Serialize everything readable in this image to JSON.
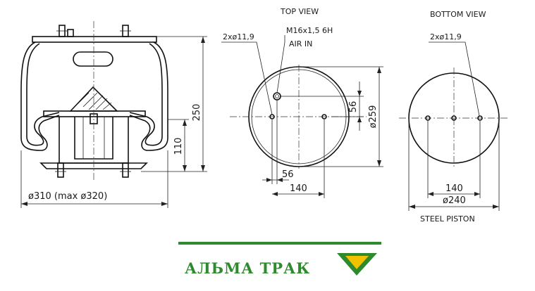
{
  "views": {
    "top_view_title": "TOP VIEW",
    "bottom_view_title": "BOTTOM VIEW"
  },
  "side_view": {
    "height_dim": "250",
    "piston_height_dim": "110",
    "diameter_dim": "ø310 (max ø320)"
  },
  "top_view": {
    "holes_label": "2xø11,9",
    "thread_label": "M16x1,5 6H",
    "air_in_label": "AIR IN",
    "offset_vertical_dim": "56",
    "diameter_dim": "ø259",
    "offset_horizontal_dim": "56",
    "spacing_dim": "140"
  },
  "bottom_view": {
    "holes_label": "2xø11,9",
    "spacing_dim": "140",
    "diameter_dim": "ø240",
    "piston_label": "STEEL PISTON"
  },
  "brand": {
    "name": "АЛЬМА ТРАК",
    "primary_color": "#2d8a2d",
    "accent_color": "#f2c200"
  }
}
